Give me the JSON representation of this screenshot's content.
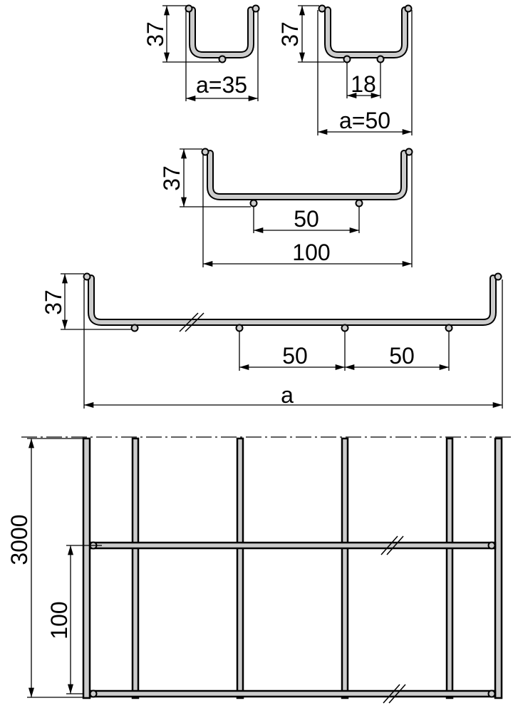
{
  "profiles": [
    {
      "height": "37",
      "width": "a=35"
    },
    {
      "height": "37",
      "pitch": "18",
      "width": "a=50"
    },
    {
      "height": "37",
      "pitch": "50",
      "width": "100"
    },
    {
      "height": "37",
      "pitch1": "50",
      "pitch2": "50",
      "width": "a"
    }
  ],
  "plan": {
    "length": "3000",
    "pitch": "100"
  },
  "colors": {
    "wire_fill": "#cccccc",
    "outline": "#000000"
  }
}
